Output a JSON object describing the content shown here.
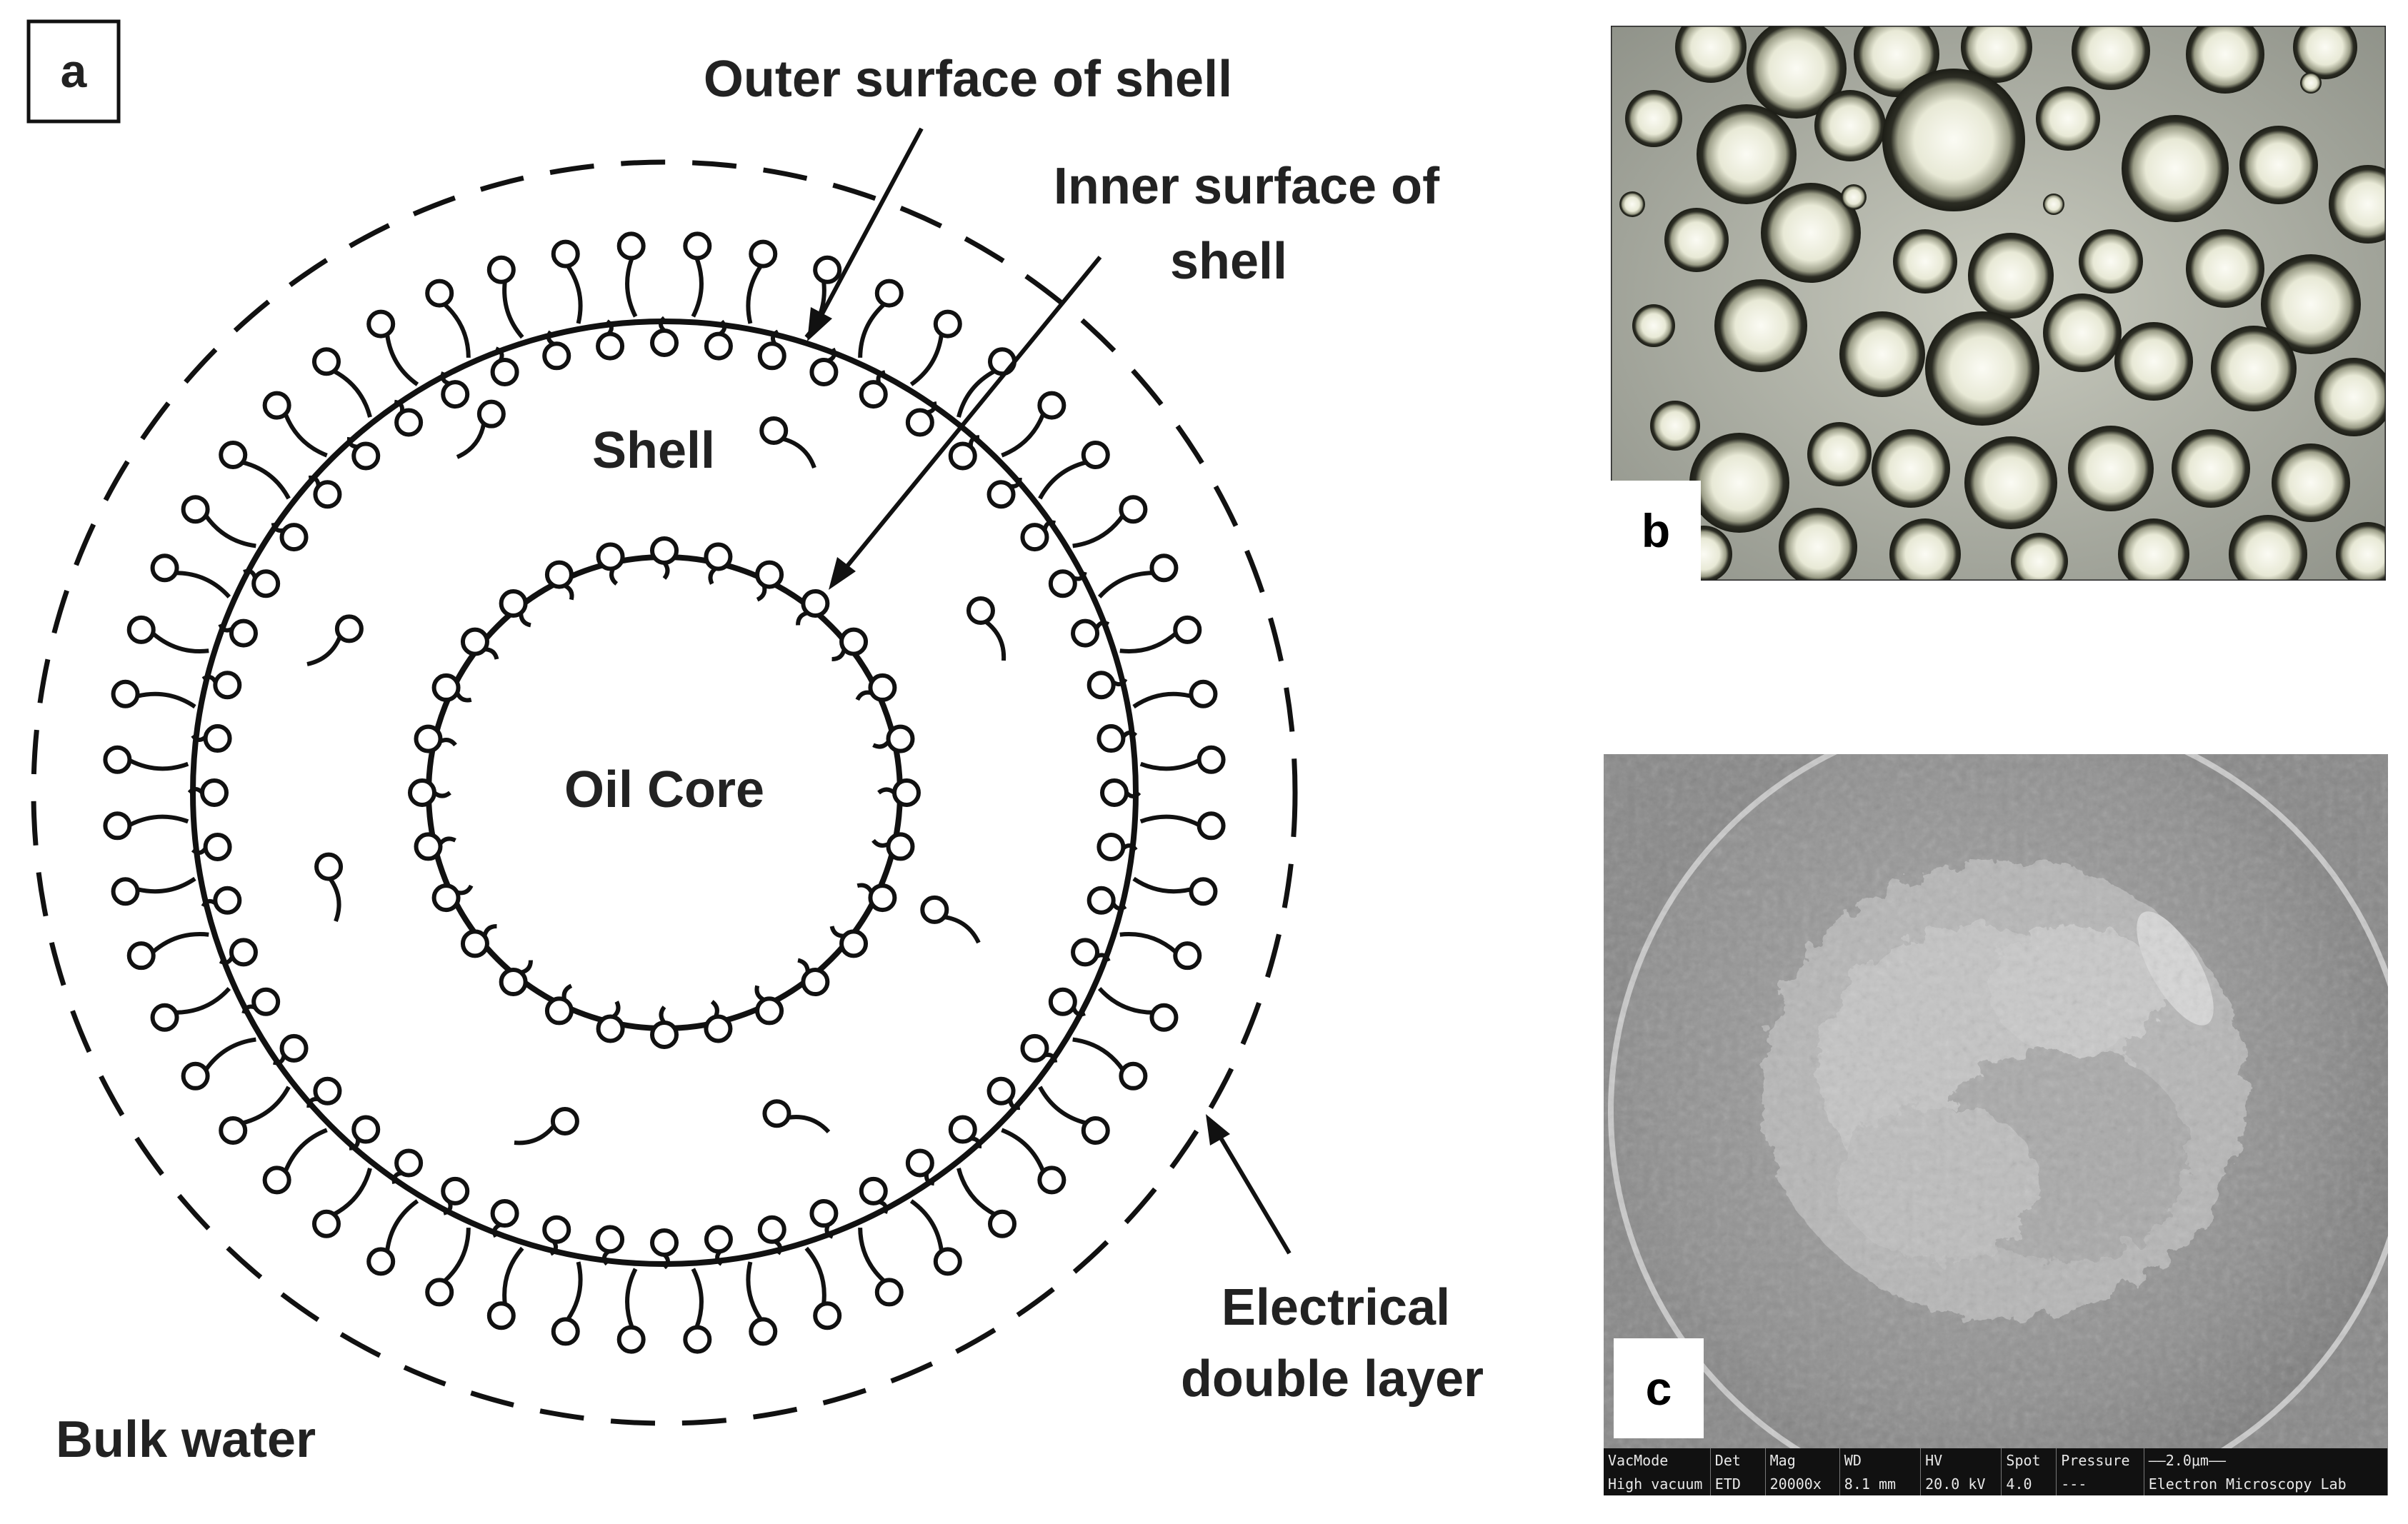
{
  "panel_a": {
    "label": "a",
    "callouts": {
      "outer_surface": "Outer surface of shell",
      "inner_surface_line1": "Inner surface of",
      "inner_surface_line2": "shell",
      "shell": "Shell",
      "oil_core": "Oil Core",
      "edl_line1": "Electrical",
      "edl_line2": "double layer",
      "bulk_water": "Bulk water"
    }
  },
  "panel_b": {
    "label": "b"
  },
  "panel_c": {
    "label": "c",
    "sem_header": [
      "VacMode",
      "Det",
      "Mag",
      "WD",
      "HV",
      "Spot",
      "Pressure",
      "——2.0μm——"
    ],
    "sem_values": [
      "High vacuum",
      "ETD",
      "20000x",
      "8.1 mm",
      "20.0 kV",
      "4.0",
      "---",
      "Electron Microscopy Lab"
    ]
  }
}
